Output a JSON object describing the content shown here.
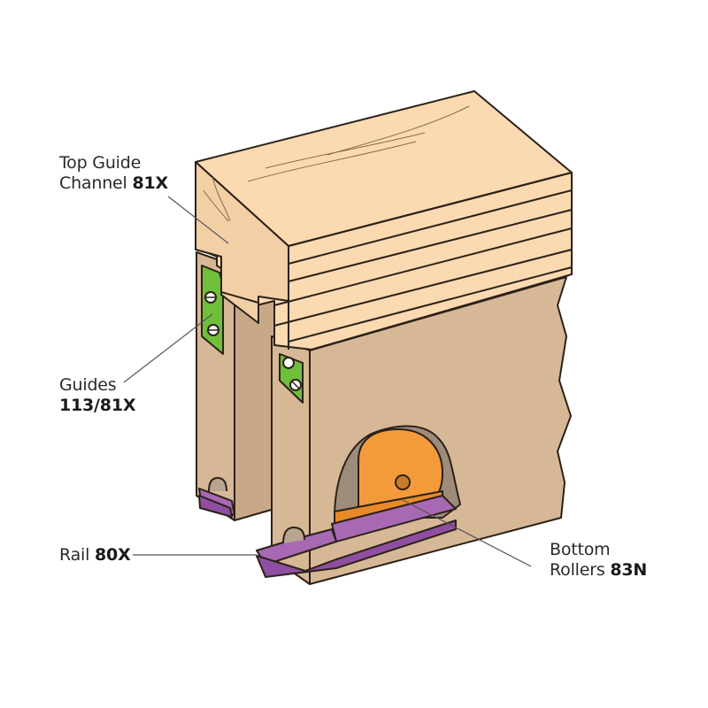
{
  "diagram": {
    "subject": "Sliding door track system cutaway",
    "colors": {
      "wood_light": "#fbd9b1",
      "door_face": "#d7b896",
      "door_shadow": "#b49a7d",
      "guide_green": "#6fbf3a",
      "rail_purple": "#a768b4",
      "roller_orange": "#f39a3a",
      "outline": "#2b2118",
      "leader_line": "#555555"
    },
    "callouts": [
      {
        "id": "top-guide",
        "text": "Top Guide",
        "text2": "Channel",
        "code": "81X"
      },
      {
        "id": "guides",
        "text": "Guides",
        "code": "113/81X"
      },
      {
        "id": "rail",
        "text": "Rail",
        "code": "80X"
      },
      {
        "id": "rollers",
        "text": "Bottom",
        "text2": "Rollers",
        "code": "83N"
      }
    ]
  }
}
